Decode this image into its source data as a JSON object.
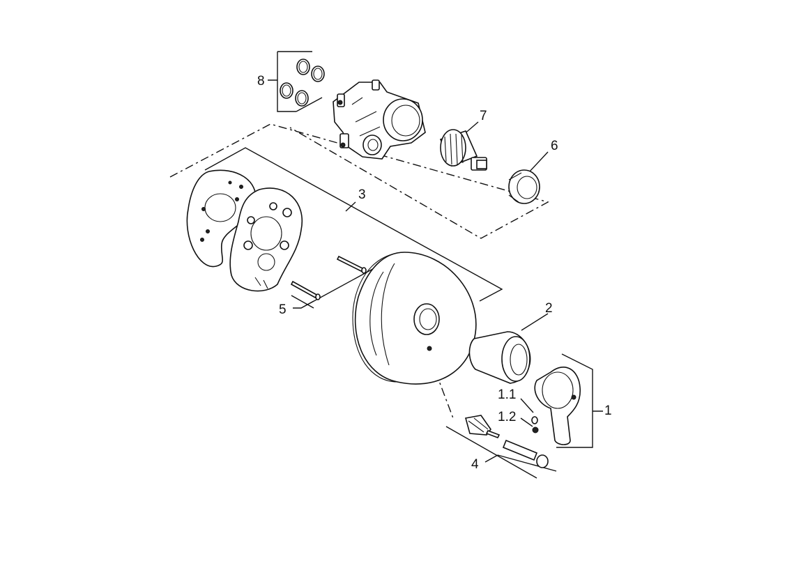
{
  "callouts": {
    "c1": "1",
    "c1_1": "1.1",
    "c1_2": "1.2",
    "c2": "2",
    "c3": "3",
    "c4": "4",
    "c5": "5",
    "c6": "6",
    "c7": "7",
    "c8": "8"
  }
}
